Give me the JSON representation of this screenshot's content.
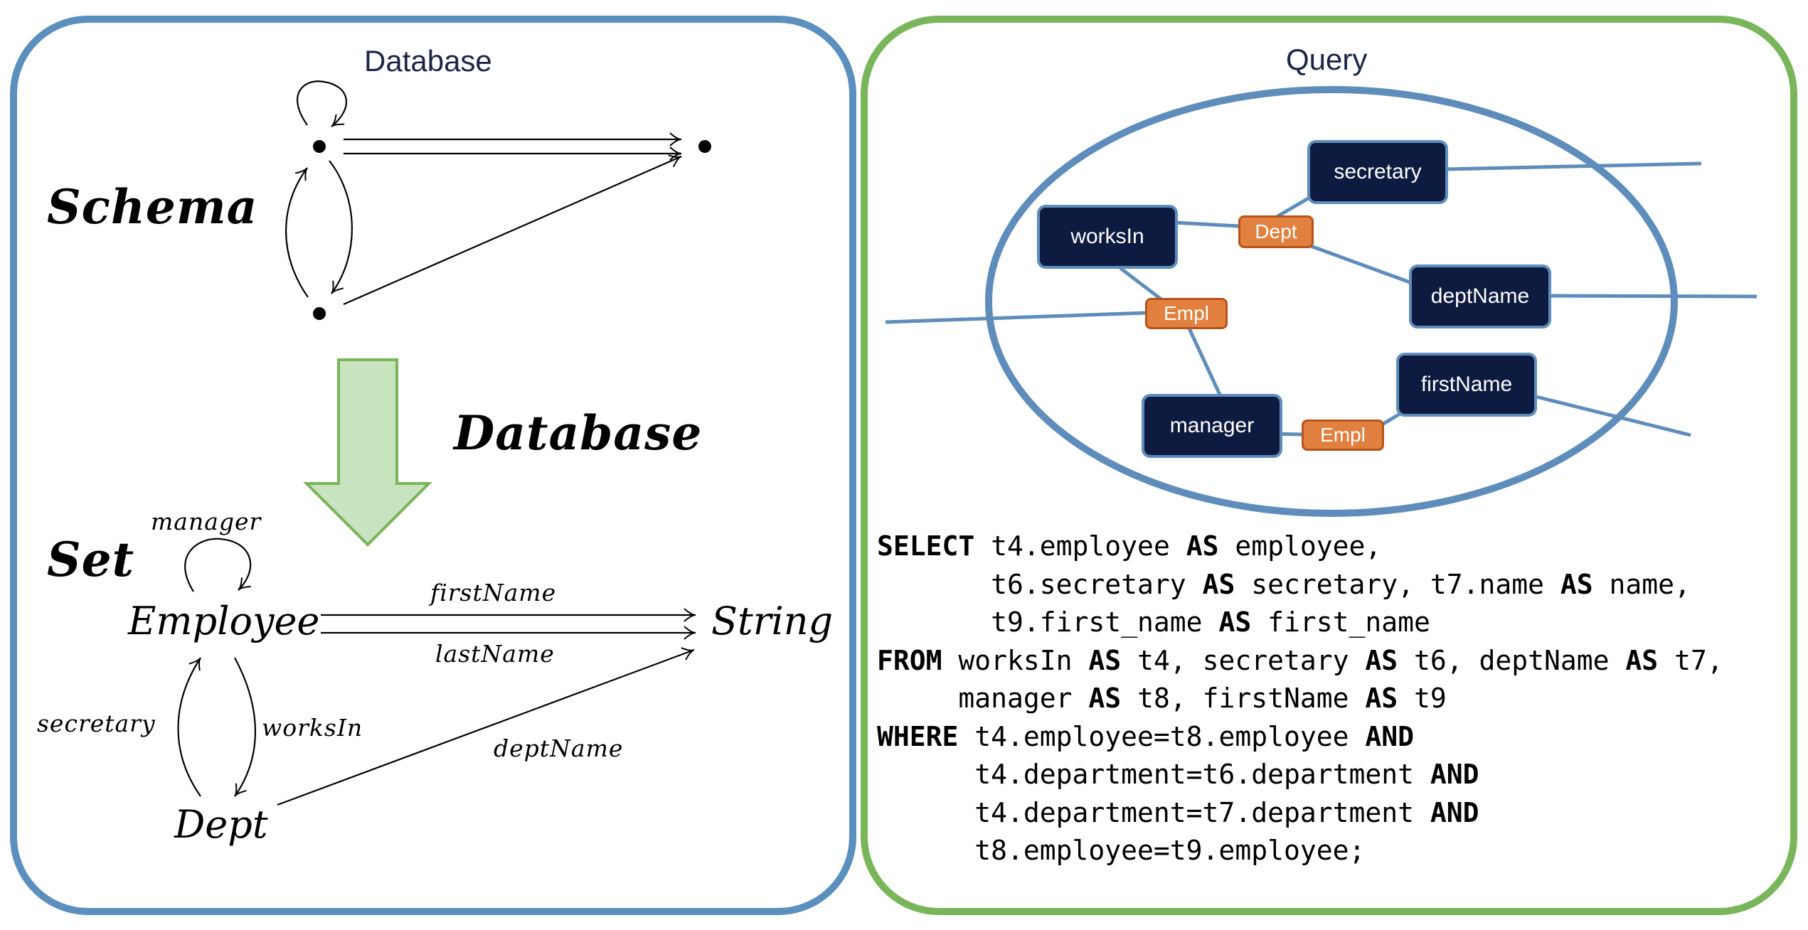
{
  "left": {
    "title": "Database",
    "schema_label": "Schema",
    "database_label": "Database",
    "set_label": "Set",
    "objects": {
      "employee": "Employee",
      "string": "String",
      "dept": "Dept"
    },
    "arrows": {
      "manager": "manager",
      "first_name": "firstName",
      "last_name": "lastName",
      "secretary": "secretary",
      "works_in": "worksIn",
      "dept_name": "deptName"
    }
  },
  "right": {
    "title": "Query",
    "nodes": {
      "secretary": "secretary",
      "works_in": "worksIn",
      "dept_name": "deptName",
      "first_name": "firstName",
      "manager": "manager"
    },
    "keys": {
      "dept": "Dept",
      "empl_a": "Empl",
      "empl_b": "Empl"
    },
    "sql": [
      [
        {
          "t": "SELECT",
          "kw": true
        },
        {
          "t": " t4.employee "
        },
        {
          "t": "AS",
          "kw": true
        },
        {
          "t": " employee,"
        }
      ],
      [
        {
          "t": "       t6.secretary "
        },
        {
          "t": "AS",
          "kw": true
        },
        {
          "t": " secretary, t7.name "
        },
        {
          "t": "AS",
          "kw": true
        },
        {
          "t": " name,"
        }
      ],
      [
        {
          "t": "       t9.first_name "
        },
        {
          "t": "AS",
          "kw": true
        },
        {
          "t": " first_name"
        }
      ],
      [
        {
          "t": "FROM",
          "kw": true
        },
        {
          "t": " worksIn "
        },
        {
          "t": "AS",
          "kw": true
        },
        {
          "t": " t4, secretary "
        },
        {
          "t": "AS",
          "kw": true
        },
        {
          "t": " t6, deptName "
        },
        {
          "t": "AS",
          "kw": true
        },
        {
          "t": " t7,"
        }
      ],
      [
        {
          "t": "     manager "
        },
        {
          "t": "AS",
          "kw": true
        },
        {
          "t": " t8, firstName "
        },
        {
          "t": "AS",
          "kw": true
        },
        {
          "t": " t9"
        }
      ],
      [
        {
          "t": "WHERE",
          "kw": true
        },
        {
          "t": " t4.employee=t8.employee "
        },
        {
          "t": "AND",
          "kw": true
        }
      ],
      [
        {
          "t": "      t4.department=t6.department "
        },
        {
          "t": "AND",
          "kw": true
        }
      ],
      [
        {
          "t": "      t4.department=t7.department "
        },
        {
          "t": "AND",
          "kw": true
        }
      ],
      [
        {
          "t": "      t8.employee=t9.employee;"
        }
      ]
    ]
  },
  "colors": {
    "left_border": "#5b8fbe",
    "right_border": "#79b55a",
    "node_fill": "#0e1b40",
    "node_border": "#5f8dbb",
    "key_fill": "#e2813f",
    "key_border": "#b6531b",
    "ellipse": "#5f8dbb",
    "arrow_fill": "#c8e4bf",
    "arrow_stroke": "#79b55a"
  }
}
